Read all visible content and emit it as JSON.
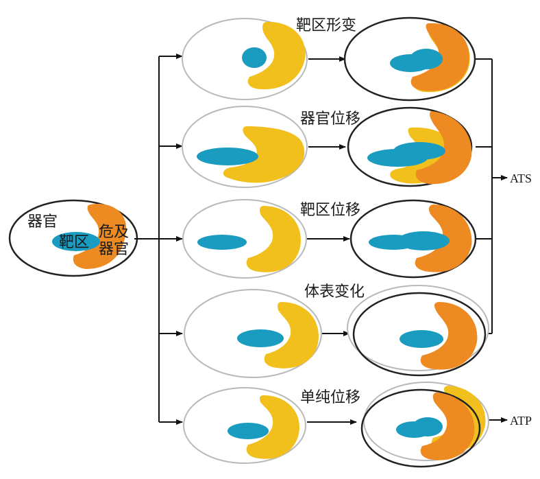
{
  "source": {
    "organ_label": "器官",
    "target_label": "靶区",
    "oar_label_line1": "危及",
    "oar_label_line2": "器官"
  },
  "branches": [
    {
      "label": "靶区形变"
    },
    {
      "label": "器官位移"
    },
    {
      "label": "靶区位移"
    },
    {
      "label": "体表变化"
    },
    {
      "label": "单纯位移"
    }
  ],
  "outputs": {
    "ats": "ATS",
    "atp": "ATP"
  },
  "colors": {
    "target": "#1a9bc0",
    "oar_orange": "#ee8a22",
    "oar_yellow": "#f2c01c",
    "outline": "#222222",
    "outline_faint": "#b9b9b9",
    "line": "#111111"
  }
}
